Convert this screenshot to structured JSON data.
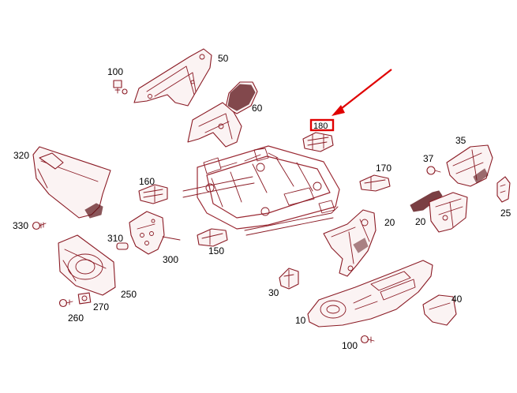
{
  "labels": {
    "l50": "50",
    "l100a": "100",
    "l60": "60",
    "l180": "180",
    "l320": "320",
    "l35": "35",
    "l37": "37",
    "l170": "170",
    "l160": "160",
    "l20a": "20",
    "l20b": "20",
    "l25": "25",
    "l330": "330",
    "l310": "310",
    "l300": "300",
    "l150": "150",
    "l30": "30",
    "l250": "250",
    "l270": "270",
    "l260": "260",
    "l40": "40",
    "l10": "10",
    "l100b": "100"
  },
  "highlight": {
    "part_number": "180",
    "color": "#e00000"
  },
  "colors": {
    "line": "#8a1a24",
    "fill": "#fbf3f3",
    "label": "#000000"
  }
}
